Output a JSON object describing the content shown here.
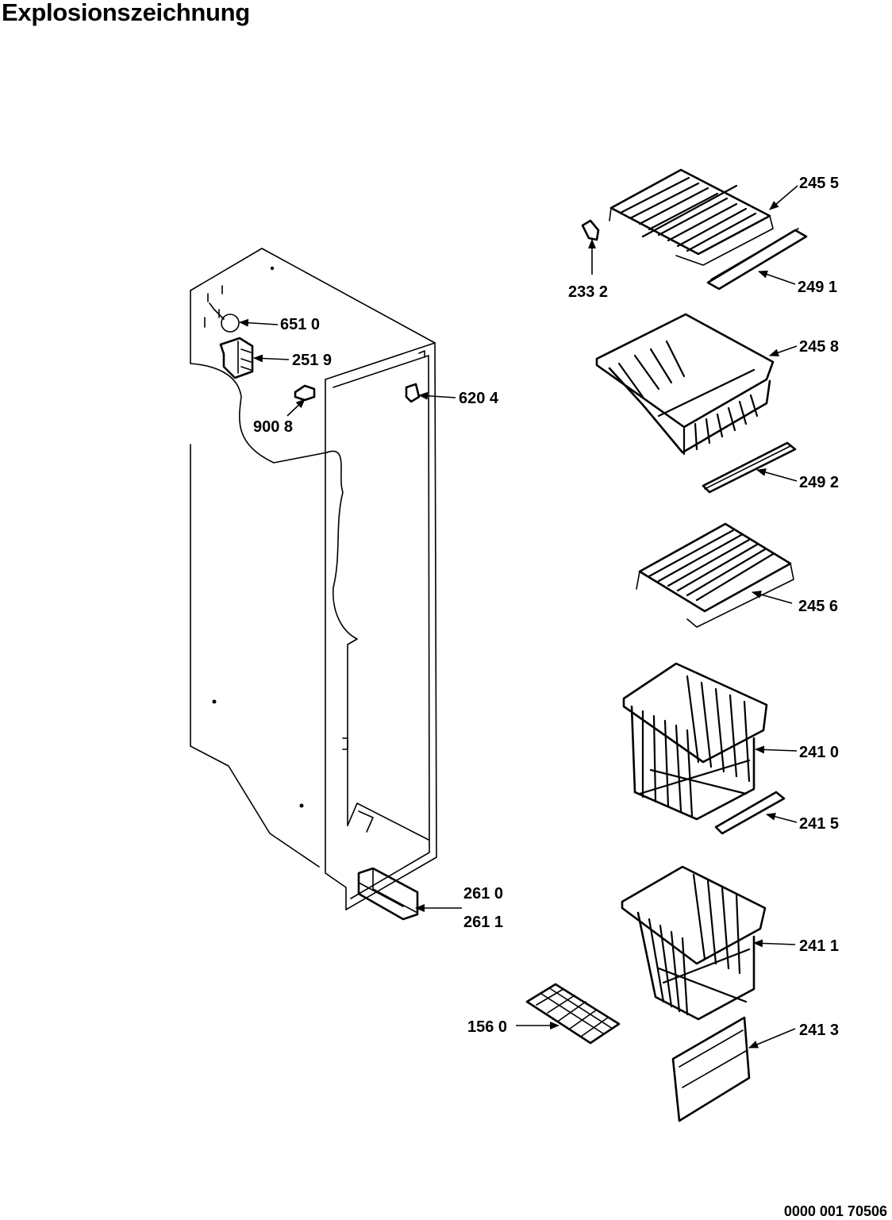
{
  "title": "Explosionszeichnung",
  "document_number": "0000 001 70506",
  "callouts": [
    {
      "id": "245-5",
      "label": "245 5"
    },
    {
      "id": "233-2",
      "label": "233 2"
    },
    {
      "id": "249-1",
      "label": "249 1"
    },
    {
      "id": "651-0",
      "label": "651 0"
    },
    {
      "id": "251-9",
      "label": "251 9"
    },
    {
      "id": "245-8",
      "label": "245 8"
    },
    {
      "id": "620-4",
      "label": "620 4"
    },
    {
      "id": "900-8",
      "label": "900 8"
    },
    {
      "id": "249-2",
      "label": "249 2"
    },
    {
      "id": "245-6",
      "label": "245 6"
    },
    {
      "id": "241-0",
      "label": "241 0"
    },
    {
      "id": "241-5",
      "label": "241 5"
    },
    {
      "id": "261-0",
      "label": "261 0"
    },
    {
      "id": "261-1",
      "label": "261 1"
    },
    {
      "id": "241-1",
      "label": "241 1"
    },
    {
      "id": "156-0",
      "label": "156 0"
    },
    {
      "id": "241-3",
      "label": "241 3"
    }
  ]
}
